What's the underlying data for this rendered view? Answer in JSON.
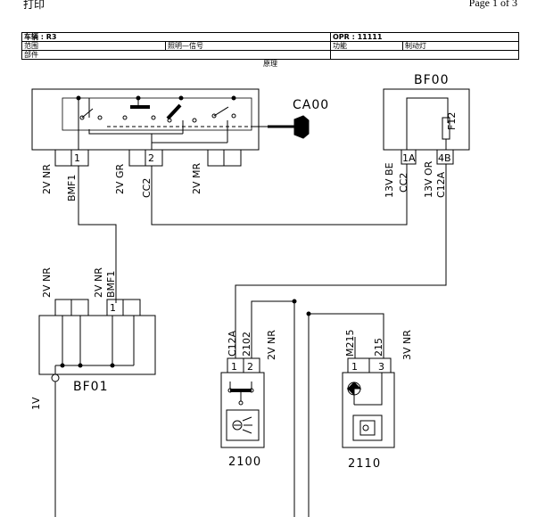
{
  "page": {
    "print_label": "打印",
    "page_number": "Page 1 of 3"
  },
  "info_table": {
    "vehicle": "车辆 : R3",
    "opr": "OPR : 11111",
    "scope_label": "范围",
    "scope_value": "照明—信号",
    "function_label": "功能",
    "function_value": "制动灯",
    "part_label": "部件",
    "principle_label": "原理"
  },
  "components": {
    "ca00": {
      "name": "CA00"
    },
    "bf00": {
      "name": "BF00",
      "fuse": "F12"
    },
    "bf01": {
      "name": "BF01"
    },
    "c2100": {
      "name": "2100"
    },
    "c2110": {
      "name": "2110"
    }
  },
  "connectors": {
    "ca00_pin1": "1",
    "ca00_pin2": "2",
    "bf00_pin1a": "1A",
    "bf00_pin4b": "4B",
    "bf01_pin1": "1",
    "c2100_pin1": "1",
    "c2100_pin2": "2",
    "c2110_pin1": "1",
    "c2110_pin3": "3"
  },
  "labels": {
    "ca00_c1": "2V NR",
    "ca00_c1_wire": "BMF1",
    "ca00_c2": "2V GR",
    "ca00_c2_wire": "CC2",
    "ca00_c3": "2V MR",
    "bf00_c1": "13V BE",
    "bf00_c1_wire": "CC2",
    "bf00_c2": "13V OR",
    "bf00_c2_wire": "C12A",
    "bf01_c1": "2V NR",
    "bf01_c2": "2V NR",
    "bf01_c2_wire": "BMF1",
    "bf01_ground": "1V",
    "c2100_wire1": "C12A",
    "c2100_wire2": "2102",
    "c2100_conn": "2V NR",
    "c2110_wire1": "M215",
    "c2110_wire2": "215",
    "c2110_conn": "3V NR"
  }
}
